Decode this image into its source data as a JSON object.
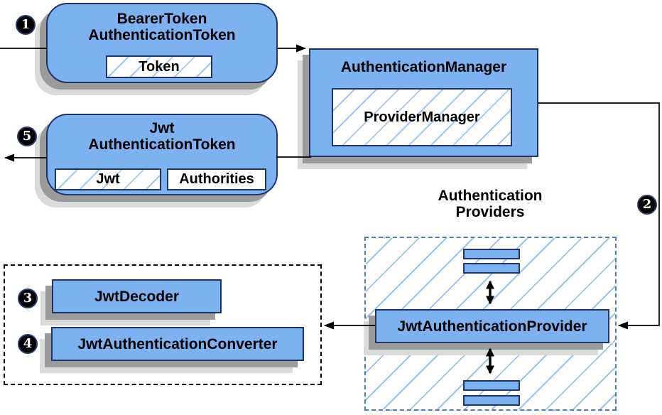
{
  "nodes": {
    "bearer_token": {
      "title_line1": "BearerToken",
      "title_line2": "AuthenticationToken",
      "inner_token": "Token"
    },
    "authentication_manager": {
      "title": "AuthenticationManager",
      "inner_provider_manager": "ProviderManager"
    },
    "jwt_authentication_token": {
      "title_line1": "Jwt",
      "title_line2": "AuthenticationToken",
      "inner_jwt": "Jwt",
      "inner_authorities": "Authorities"
    },
    "authentication_providers_group": {
      "label_line1": "Authentication",
      "label_line2": "Providers",
      "provider_box": "JwtAuthenticationProvider"
    },
    "converter_group": {
      "decoder_box": "JwtDecoder",
      "converter_box": "JwtAuthenticationConverter"
    }
  },
  "steps": {
    "s1": "1",
    "s2": "2",
    "s3": "3",
    "s4": "4",
    "s5": "5"
  },
  "colors": {
    "node_fill": "#7db2f1",
    "node_border": "#1f3468",
    "hatch_line": "#a5c7ef",
    "container_hatch_line": "#9cc2ec",
    "dashed_blue_border": "#4a7dbd",
    "dashed_black_border": "#000000",
    "shadow_dark": "#9b9b9b",
    "shadow_light": "#dadada",
    "arrow": "#000000",
    "badge_background": "#000000",
    "badge_text": "#ffffff"
  }
}
